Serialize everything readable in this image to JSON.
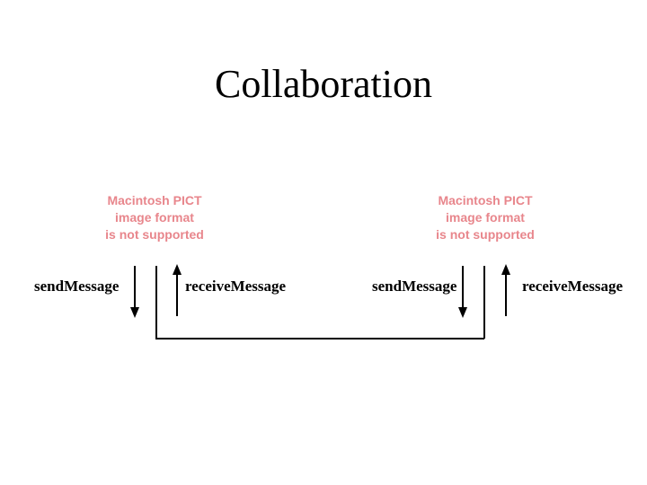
{
  "slide": {
    "title": "Collaboration",
    "background_color": "#ffffff",
    "text_color": "#000000",
    "placeholder_color": "#e8868c"
  },
  "placeholders": [
    {
      "name": "pict-left",
      "line1": "Macintosh PICT",
      "line2": "image format",
      "line3": "is not supported"
    },
    {
      "name": "pict-right",
      "line1": "Macintosh PICT",
      "line2": "image format",
      "line3": "is not supported"
    }
  ],
  "labels": {
    "send_1": "sendMessage",
    "receive_1": "receiveMessage",
    "send_2": "sendMessage",
    "receive_2": "receiveMessage"
  },
  "diagram": {
    "arrow_down_1": "arrow-down",
    "lifeline_1": "lifeline",
    "arrow_up_1": "arrow-up",
    "arrow_down_2": "arrow-down",
    "lifeline_2": "lifeline",
    "arrow_up_2": "arrow-up",
    "connector": "horizontal-connector"
  }
}
